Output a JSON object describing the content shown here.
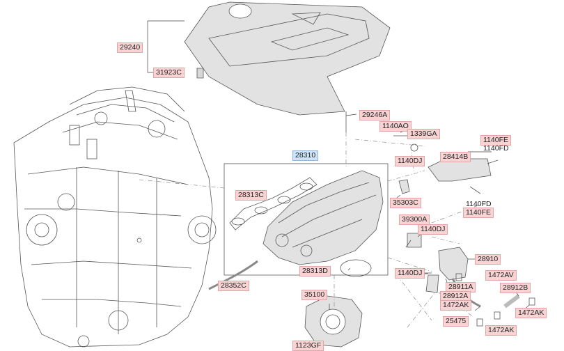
{
  "diagram": {
    "colors": {
      "red_tag": "#f7d3d3",
      "blue_tag": "#cfe3f7",
      "line": "#555555",
      "part_fill": "#e2e2e2"
    },
    "labels": [
      {
        "id": "29240",
        "text": "29240",
        "style": "red"
      },
      {
        "id": "31923C",
        "text": "31923C",
        "style": "red"
      },
      {
        "id": "29246A",
        "text": "29246A",
        "style": "red"
      },
      {
        "id": "1140AO",
        "text": "1140AO",
        "style": "red"
      },
      {
        "id": "1339GA",
        "text": "1339GA",
        "style": "red"
      },
      {
        "id": "1140FE_top",
        "text": "1140FE",
        "style": "red"
      },
      {
        "id": "1140FD_top",
        "text": "1140FD",
        "style": "plain"
      },
      {
        "id": "28310",
        "text": "28310",
        "style": "blue"
      },
      {
        "id": "28414B",
        "text": "28414B",
        "style": "red"
      },
      {
        "id": "1140DJ_a",
        "text": "1140DJ",
        "style": "red"
      },
      {
        "id": "28313C",
        "text": "28313C",
        "style": "red"
      },
      {
        "id": "35303C",
        "text": "35303C",
        "style": "red"
      },
      {
        "id": "1140FD_bot",
        "text": "1140FD",
        "style": "plain"
      },
      {
        "id": "1140FE_bot",
        "text": "1140FE",
        "style": "red"
      },
      {
        "id": "39300A",
        "text": "39300A",
        "style": "red"
      },
      {
        "id": "1140DJ_b",
        "text": "1140DJ",
        "style": "red"
      },
      {
        "id": "28910",
        "text": "28910",
        "style": "red"
      },
      {
        "id": "28313D",
        "text": "28313D",
        "style": "red"
      },
      {
        "id": "1140DJ_c",
        "text": "1140DJ",
        "style": "red"
      },
      {
        "id": "1472AV",
        "text": "1472AV",
        "style": "red"
      },
      {
        "id": "28352C",
        "text": "28352C",
        "style": "red"
      },
      {
        "id": "28911A",
        "text": "28911A",
        "style": "red"
      },
      {
        "id": "28912B",
        "text": "28912B",
        "style": "red"
      },
      {
        "id": "35100",
        "text": "35100",
        "style": "red"
      },
      {
        "id": "28912A",
        "text": "28912A",
        "style": "red"
      },
      {
        "id": "1472AK_a",
        "text": "1472AK",
        "style": "red"
      },
      {
        "id": "1472AK_b",
        "text": "1472AK",
        "style": "red"
      },
      {
        "id": "25475",
        "text": "25475",
        "style": "red"
      },
      {
        "id": "1472AK_c",
        "text": "1472AK",
        "style": "red"
      },
      {
        "id": "1123GF",
        "text": "1123GF",
        "style": "red"
      }
    ]
  }
}
